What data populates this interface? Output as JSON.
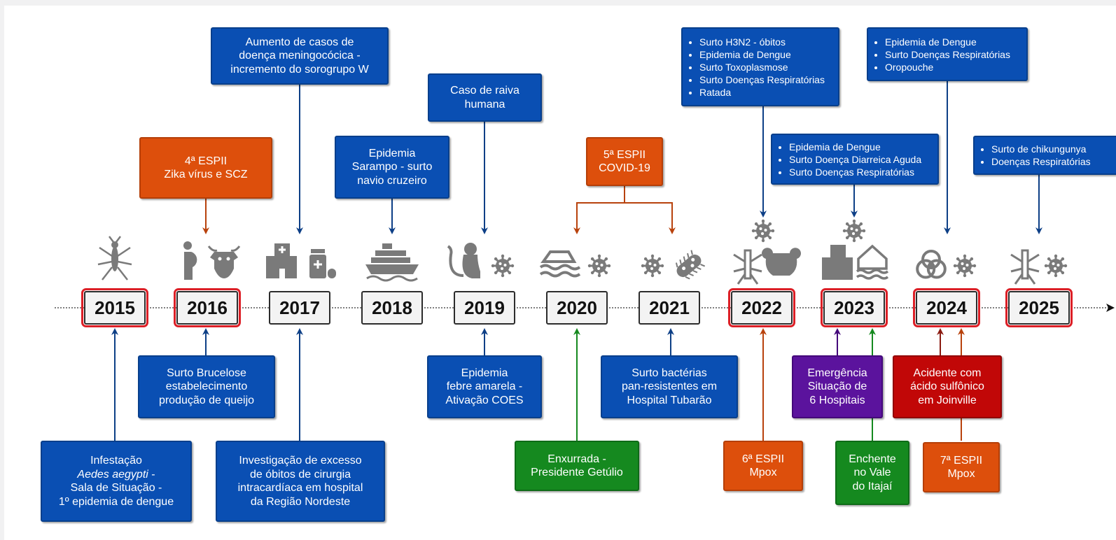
{
  "years": [
    "2015",
    "2016",
    "2017",
    "2018",
    "2019",
    "2020",
    "2021",
    "2022",
    "2023",
    "2024",
    "2025"
  ],
  "top": {
    "y2016": {
      "line1": "4ª ESPII",
      "line2": "Zika vírus e SCZ"
    },
    "y2017": {
      "line1": "Aumento de casos de",
      "line2": "doença meningocócica -",
      "line3": "incremento do sorogrupo W"
    },
    "y2018": {
      "line1": "Epidemia",
      "line2": "Sarampo - surto",
      "line3": "navio cruzeiro"
    },
    "y2019": {
      "line1": "Caso de raiva",
      "line2": "humana"
    },
    "y2020": {
      "line1": "5ª ESPII",
      "line2": "COVID-19"
    },
    "y2022": [
      "Surto H3N2 - óbitos",
      "Epidemia de Dengue",
      "Surto Toxoplasmose",
      "Surto Doenças Respiratórias",
      "Ratada"
    ],
    "y2023": [
      "Epidemia de Dengue",
      "Surto Doença Diarreica Aguda",
      "Surto Doenças Respiratórias"
    ],
    "y2024": [
      "Epidemia de Dengue",
      "Surto Doenças Respiratórias",
      "Oropouche"
    ],
    "y2025": [
      "Surto de chikungunya",
      "Doenças Respiratórias"
    ]
  },
  "bottom": {
    "y2015": {
      "line1": "Infestação",
      "line2_italic": "Aedes aegypti",
      "line2_suffix": " -",
      "line3": "Sala de Situação -",
      "line4": "1º epidemia de dengue"
    },
    "y2016": {
      "line1": "Surto Brucelose",
      "line2": "estabelecimento",
      "line3": "produção de queijo"
    },
    "y2017": {
      "line1": "Investigação de excesso",
      "line2": "de óbitos de cirurgia",
      "line3": "intracardíaca em hospital",
      "line4": "da Região Nordeste"
    },
    "y2019": {
      "line1": "Epidemia",
      "line2": "febre amarela -",
      "line3": "Ativação COES"
    },
    "y2020": {
      "line1": "Enxurrada -",
      "line2": "Presidente Getúlio"
    },
    "y2021": {
      "line1": "Surto bactérias",
      "line2": "pan-resistentes em",
      "line3": "Hospital Tubarão"
    },
    "y2022": {
      "line1": "6ª ESPII",
      "line2": "Mpox"
    },
    "y2023a": {
      "line1": "Emergência",
      "line2": "Situação de",
      "line3": "6 Hospitais"
    },
    "y2023b": {
      "line1": "Enchente",
      "line2": "no Vale",
      "line3": "do Itajaí"
    },
    "y2024a": {
      "line1": "Acidente com",
      "line2": "ácido sulfônico",
      "line3": "em Joinville"
    },
    "y2024b": {
      "line1": "7ª ESPII",
      "line2": "Mpox"
    }
  },
  "colors": {
    "blue": "#0a4fb3",
    "orange": "#dd4f0c",
    "green": "#15891f",
    "purple": "#5b139d",
    "red": "#c10707",
    "icon_gray": "#7a7a7a",
    "highlight": "#dc1f26"
  },
  "icons": [
    "mosquito-icon",
    "pregnant-woman-icon",
    "cow-icon",
    "hospital-icon",
    "medicine-icon",
    "cruise-ship-icon",
    "monkey-icon",
    "virus-icon",
    "flood-icon",
    "bacteria-icon",
    "rat-icon",
    "flooded-house-icon",
    "biohazard-icon"
  ]
}
